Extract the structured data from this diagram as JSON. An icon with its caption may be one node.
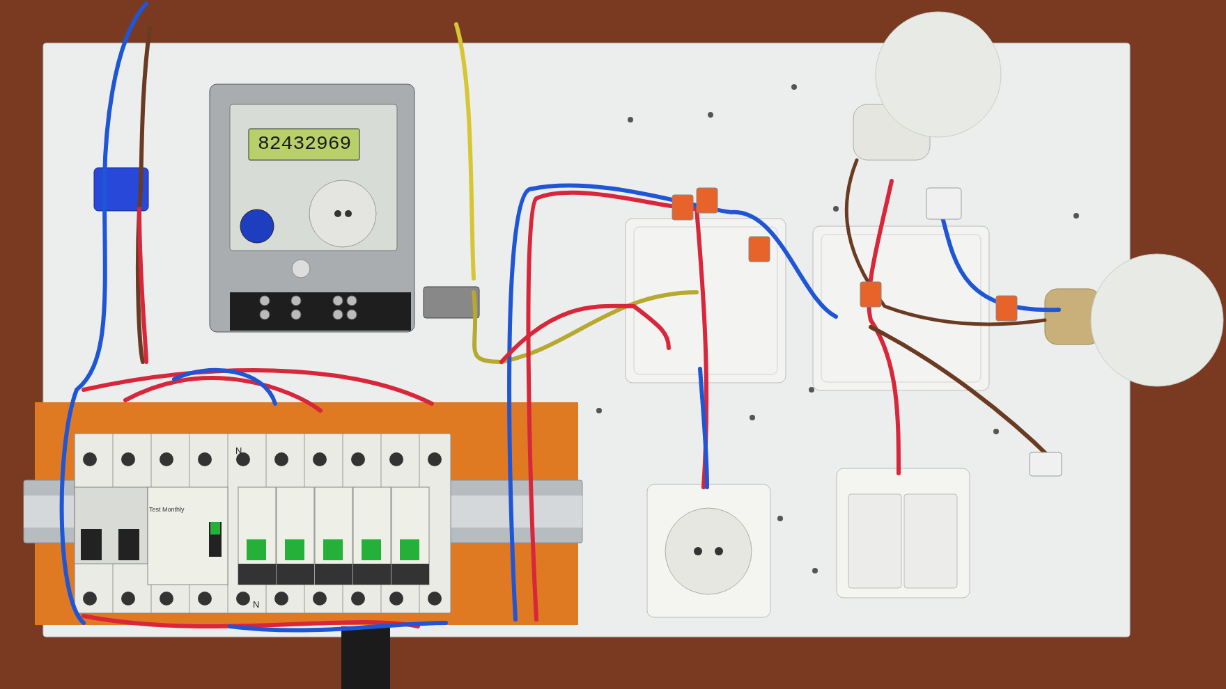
{
  "diagram": {
    "labels": [
      "82432969",
      "Test Monthly",
      "N",
      "N"
    ]
  }
}
